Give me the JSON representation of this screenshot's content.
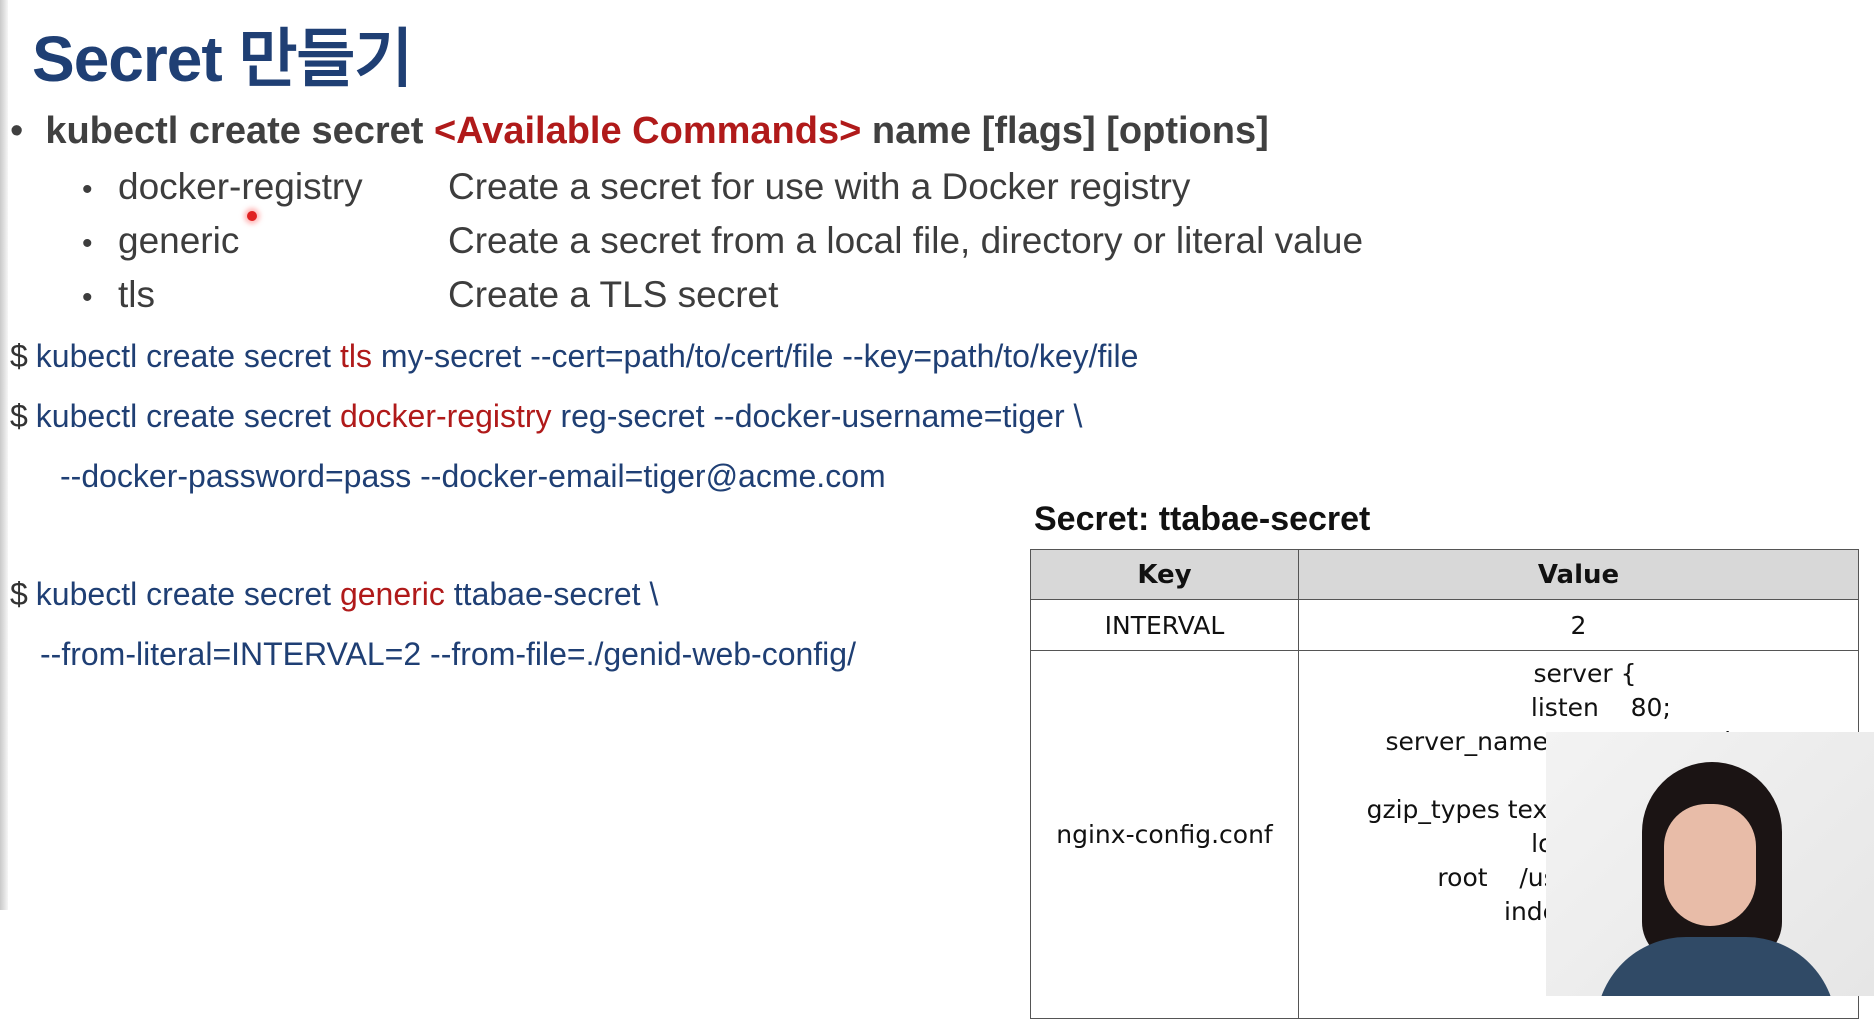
{
  "title": "Secret 만들기",
  "command": {
    "bullet": "•",
    "prefix": "kubectl create secret ",
    "highlight": "<Available Commands>",
    "suffix": " name [flags] [options]"
  },
  "subcommands": [
    {
      "name": "docker-registry",
      "desc": "Create a secret for use with a Docker registry"
    },
    {
      "name": "generic",
      "desc": "Create a secret from a local file, directory or literal value"
    },
    {
      "name": "tls",
      "desc": "Create a TLS secret"
    }
  ],
  "examples": {
    "prompt": "$",
    "tls": {
      "pre": "kubectl create secret ",
      "kw": "tls",
      "post": " my-secret  --cert=path/to/cert/file  --key=path/to/key/file"
    },
    "docker": {
      "pre": "kubectl create secret ",
      "kw": "docker-registry",
      "post": " reg-secret  --docker-username=tiger \\",
      "cont": "--docker-password=pass  --docker-email=tiger@acme.com"
    },
    "generic": {
      "pre": "kubectl create secret ",
      "kw": "generic",
      "post": " ttabae-secret \\",
      "cont": "--from-literal=INTERVAL=2 --from-file=./genid-web-config/"
    }
  },
  "secret_table": {
    "title": "Secret: ttabae-secret",
    "headers": [
      "Key",
      "Value"
    ],
    "rows": [
      {
        "key": "INTERVAL",
        "value": "2"
      },
      {
        "key": "nginx-config.conf",
        "value": "server {\n    listen    80;\n    server_name   www.example.com;\n    gzip on;\n    gzip_types text/plain application/xml;\n    location / {\n        root    /usr/share/nginx/html;\n        index   index.html\n    }\n}"
      }
    ]
  }
}
